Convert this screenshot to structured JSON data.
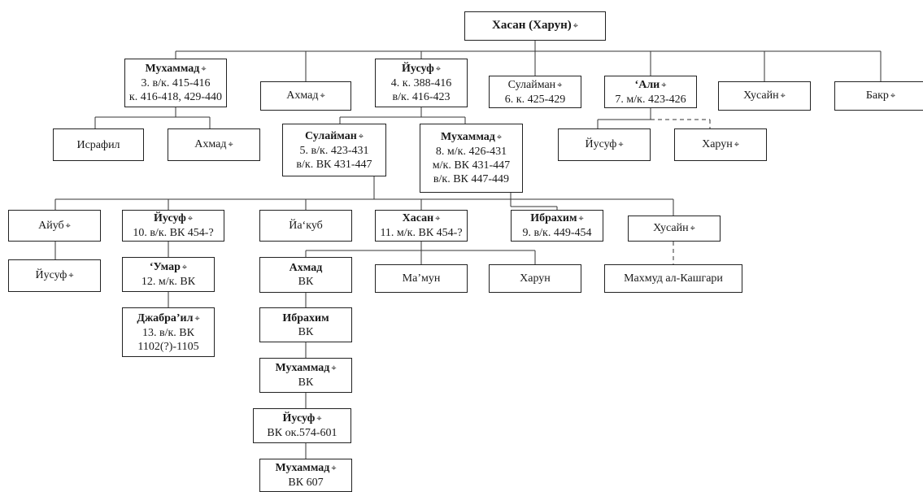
{
  "marker_symbol": "⌖",
  "nodes": {
    "root": {
      "name": "Хасан (Харун)",
      "lines": []
    },
    "muhammad1": {
      "name": "Мухаммад",
      "lines": [
        "3. в/к. 415-416",
        "к. 416-418, 429-440"
      ]
    },
    "ahmad1": {
      "name": "Ахмад",
      "lines": []
    },
    "yusuf1": {
      "name": "Йусуф",
      "lines": [
        "4. к. 388-416",
        "в/к. 416-423"
      ]
    },
    "sulayman1": {
      "name": "Сулайман",
      "lines": [
        "6. к. 425-429"
      ]
    },
    "ali1": {
      "name": "‘Али",
      "lines": [
        "7. м/к. 423-426"
      ]
    },
    "husayn1": {
      "name": "Хусайн",
      "lines": []
    },
    "bakr1": {
      "name": "Бакр",
      "lines": []
    },
    "israfil": {
      "name": "Исрафил",
      "lines": []
    },
    "ahmad2": {
      "name": "Ахмад",
      "lines": []
    },
    "sulayman2": {
      "name": "Сулайман",
      "lines": [
        "5. в/к. 423-431",
        "в/к. ВК 431-447"
      ]
    },
    "muhammad2": {
      "name": "Мухаммад",
      "lines": [
        "8. м/к. 426-431",
        "м/к. ВК 431-447",
        "в/к. ВК 447-449"
      ]
    },
    "yusuf2": {
      "name": "Йусуф",
      "lines": []
    },
    "harun1": {
      "name": "Харун",
      "lines": []
    },
    "ayub": {
      "name": "Айуб",
      "lines": []
    },
    "yusuf3": {
      "name": "Йусуф",
      "lines": [
        "10. в/к. ВК 454-?"
      ]
    },
    "yaqub": {
      "name": "Йа‘куб",
      "lines": []
    },
    "hasan2": {
      "name": "Хасан",
      "lines": [
        "11. м/к. ВК 454-?"
      ]
    },
    "ibrahim1": {
      "name": "Ибрахим",
      "lines": [
        "9. в/к. 449-454"
      ]
    },
    "husayn2": {
      "name": "Хусайн",
      "lines": []
    },
    "yusuf4": {
      "name": "Йусуф",
      "lines": []
    },
    "umar": {
      "name": "‘Умар",
      "lines": [
        "12. м/к. ВК"
      ]
    },
    "ahmad3": {
      "name": "Ахмад",
      "lines": [
        "ВК"
      ]
    },
    "mamun": {
      "name": "Ма’мун",
      "lines": []
    },
    "harun2": {
      "name": "Харун",
      "lines": []
    },
    "mahmud": {
      "name": "Махмуд ал-Кашгари",
      "lines": []
    },
    "jabrail": {
      "name": "Джабра’ил",
      "lines": [
        "13. в/к. ВК",
        "1102(?)-1105"
      ]
    },
    "ibrahim2": {
      "name": "Ибрахим",
      "lines": [
        "ВК"
      ]
    },
    "muhammad3": {
      "name": "Мухаммад",
      "lines": [
        "ВК"
      ]
    },
    "yusuf5": {
      "name": "Йусуф",
      "lines": [
        "ВК ок.574-601"
      ]
    },
    "muhammad4": {
      "name": "Мухаммад",
      "lines": [
        "ВК 607"
      ]
    }
  }
}
